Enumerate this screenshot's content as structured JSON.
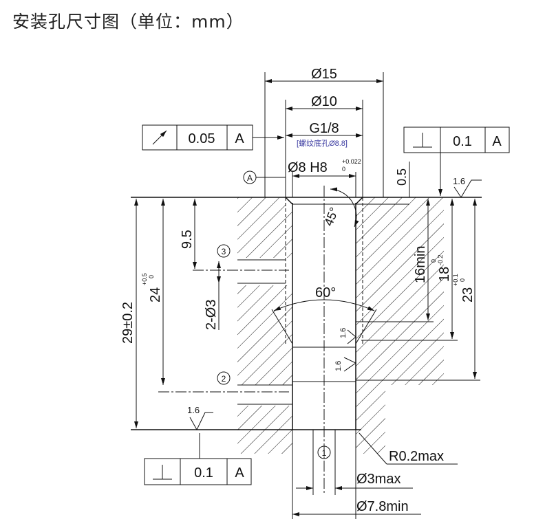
{
  "title": "安装孔尺寸图（单位：mm）",
  "dims": {
    "d15": "Ø15",
    "d10": "Ø10",
    "g18": "G1/8",
    "thread_note": "[螺纹底孔Ø8.8]",
    "d8": "Ø8 H8",
    "d8_tol_up": "+0.022",
    "d8_tol_low": "0",
    "chamfer": "0.5",
    "angle45": "45°",
    "angle60": "60°",
    "min16": "16min",
    "d18": "18",
    "d18_up": "0",
    "d18_low": "-0.2",
    "d23": "23",
    "d23_up": "+0.1",
    "d23_low": "0",
    "d29": "29±0.2",
    "d24": "24",
    "d24_up": "+0.5",
    "d24_low": "0",
    "d95": "9.5",
    "holes": "2-Ø3",
    "r02": "R0.2max",
    "d3max": "Ø3max",
    "d78": "Ø7.8min"
  },
  "fcf_runout": {
    "symbol": "runout-icon",
    "value": "0.05",
    "datum": "A"
  },
  "fcf_perp_top": {
    "symbol": "perpendicularity-icon",
    "value": "0.1",
    "datum": "A"
  },
  "fcf_perp_bottom": {
    "symbol": "perpendicularity-icon",
    "value": "0.1",
    "datum": "A"
  },
  "datum_label": "A",
  "roughness": [
    "1.6",
    "1.6",
    "1.6",
    "1.6"
  ],
  "callouts": [
    "1",
    "2",
    "3"
  ],
  "colors": {
    "note": "#3a3aa0"
  }
}
